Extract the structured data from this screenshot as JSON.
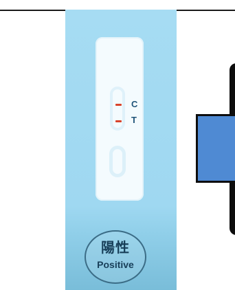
{
  "test_card": {
    "control_label": "C",
    "test_label": "T",
    "result_kanji": "陽性",
    "result_text": "Positive"
  },
  "colors": {
    "panel_background": "#a6dcf3",
    "line_mark": "#d9422a",
    "label_text": "#21557a",
    "diagram_box": "#4f8ad3"
  }
}
